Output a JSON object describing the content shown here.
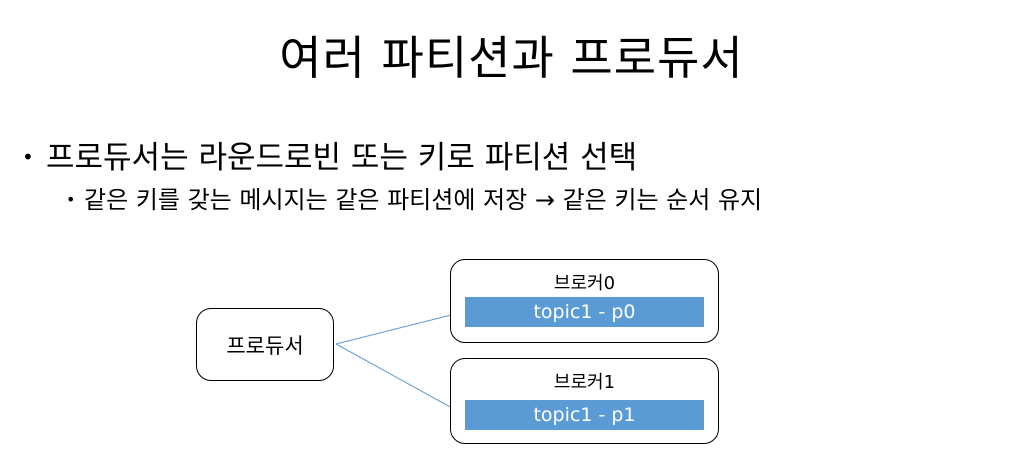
{
  "slide": {
    "title": "여러 파티션과 프로듀서",
    "bullets": [
      {
        "marker": "•",
        "text": "프로듀서는 라운드로빈 또는 키로 파티션 선택"
      },
      {
        "marker": "•",
        "text": "같은 키를 갖는 메시지는 같은 파티션에 저장 → 같은 키는 순서 유지"
      }
    ]
  },
  "diagram": {
    "producer": {
      "label": "프로듀서"
    },
    "brokers": [
      {
        "label": "브로커0",
        "partition": "topic1 - p0"
      },
      {
        "label": "브로커1",
        "partition": "topic1 - p1"
      }
    ],
    "colors": {
      "partition_fill": "#5b9bd5",
      "arrow": "#5b9bd5",
      "box_border": "#000000"
    }
  }
}
